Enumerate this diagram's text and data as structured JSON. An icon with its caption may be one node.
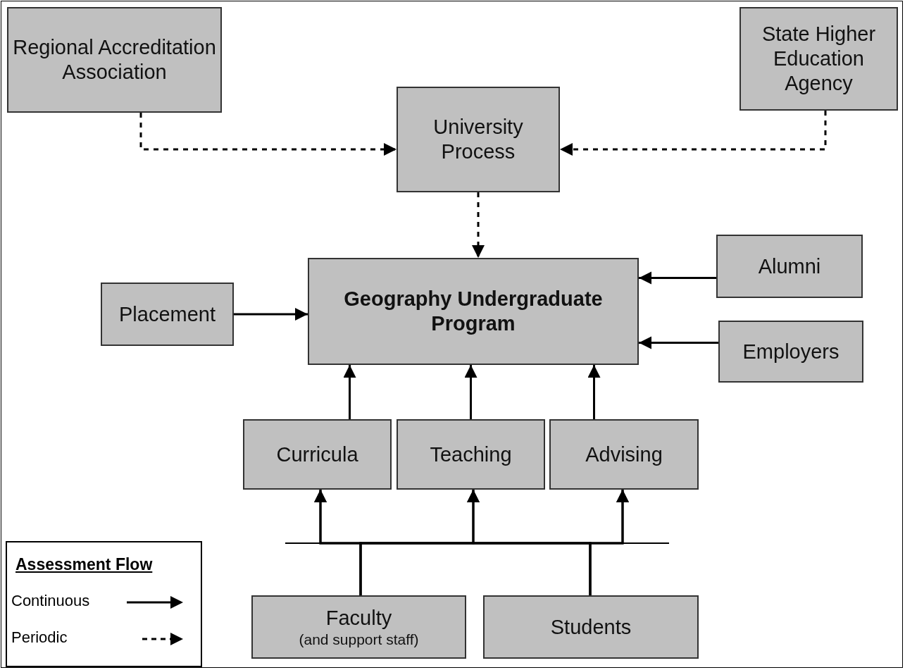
{
  "diagram": {
    "nodes": [
      {
        "text": [
          "Regional Accreditation Association"
        ]
      },
      {
        "text": [
          "State Higher Education Agency"
        ]
      },
      {
        "text": [
          "University Process"
        ]
      },
      {
        "text": [
          "Geography Undergraduate Program"
        ]
      },
      {
        "text": [
          "Placement"
        ]
      },
      {
        "text": [
          "Alumni"
        ]
      },
      {
        "text": [
          "Employers"
        ]
      },
      {
        "text": [
          "Curricula"
        ]
      },
      {
        "text": [
          "Teaching"
        ]
      },
      {
        "text": [
          "Advising"
        ]
      },
      {
        "text": [
          "Faculty",
          "(and support staff)"
        ]
      },
      {
        "text": [
          "Students"
        ]
      }
    ],
    "edges": [
      {
        "from": 0,
        "to": 2,
        "arrow": "to",
        "style": "dashed"
      },
      {
        "from": 1,
        "to": 2,
        "arrow": "to",
        "style": "dashed"
      },
      {
        "from": 2,
        "to": 3,
        "arrow": "to",
        "style": "dashed"
      },
      {
        "from": 4,
        "to": 3,
        "arrow": "to"
      },
      {
        "from": 5,
        "to": 3,
        "arrow": "to"
      },
      {
        "from": 6,
        "to": 3,
        "arrow": "to"
      },
      {
        "from": 7,
        "to": 3,
        "arrow": "to"
      },
      {
        "from": 8,
        "to": 3,
        "arrow": "to"
      },
      {
        "from": 9,
        "to": 3,
        "arrow": "to"
      },
      {
        "from": 10,
        "to": 7,
        "arrow": "to"
      },
      {
        "from": 10,
        "to": 8,
        "arrow": "to"
      },
      {
        "from": 10,
        "to": 9,
        "arrow": "to"
      },
      {
        "from": 11,
        "to": 7,
        "arrow": "to"
      },
      {
        "from": 11,
        "to": 8,
        "arrow": "to"
      },
      {
        "from": 11,
        "to": 9,
        "arrow": "to"
      }
    ],
    "labels": [
      "Assessment Flow"
    ],
    "legend": [
      {
        "text": "Continuous"
      },
      {
        "text": "Periodic"
      }
    ]
  }
}
